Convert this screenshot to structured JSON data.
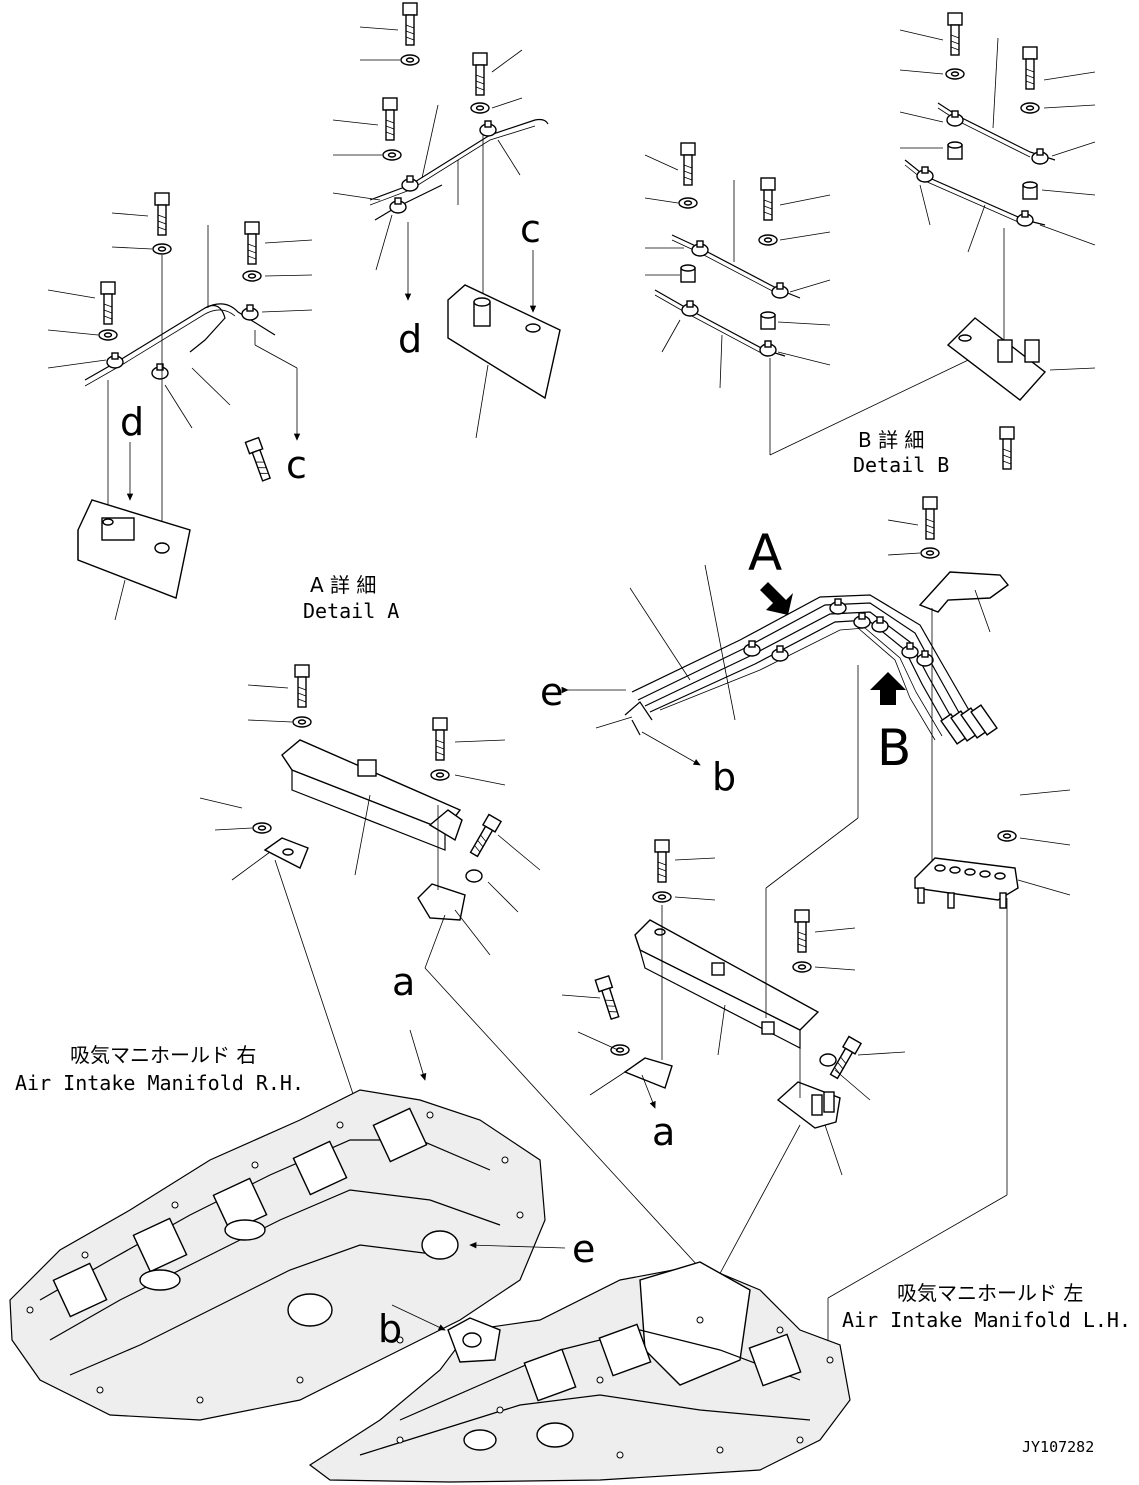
{
  "detail_a": {
    "jp": "A 詳 細",
    "en": "Detail A"
  },
  "detail_b": {
    "jp": "B 詳 細",
    "en": "Detail B"
  },
  "manifold_rh": {
    "jp": "吸気マニホールド 右",
    "en": "Air Intake Manifold R.H."
  },
  "manifold_lh": {
    "jp": "吸気マニホールド 左",
    "en": "Air Intake Manifold L.H."
  },
  "view_a": "A",
  "view_b": "B",
  "ref": {
    "a": "a",
    "b": "b",
    "c": "c",
    "d": "d",
    "e": "e"
  },
  "drawing_no": "JY107282"
}
